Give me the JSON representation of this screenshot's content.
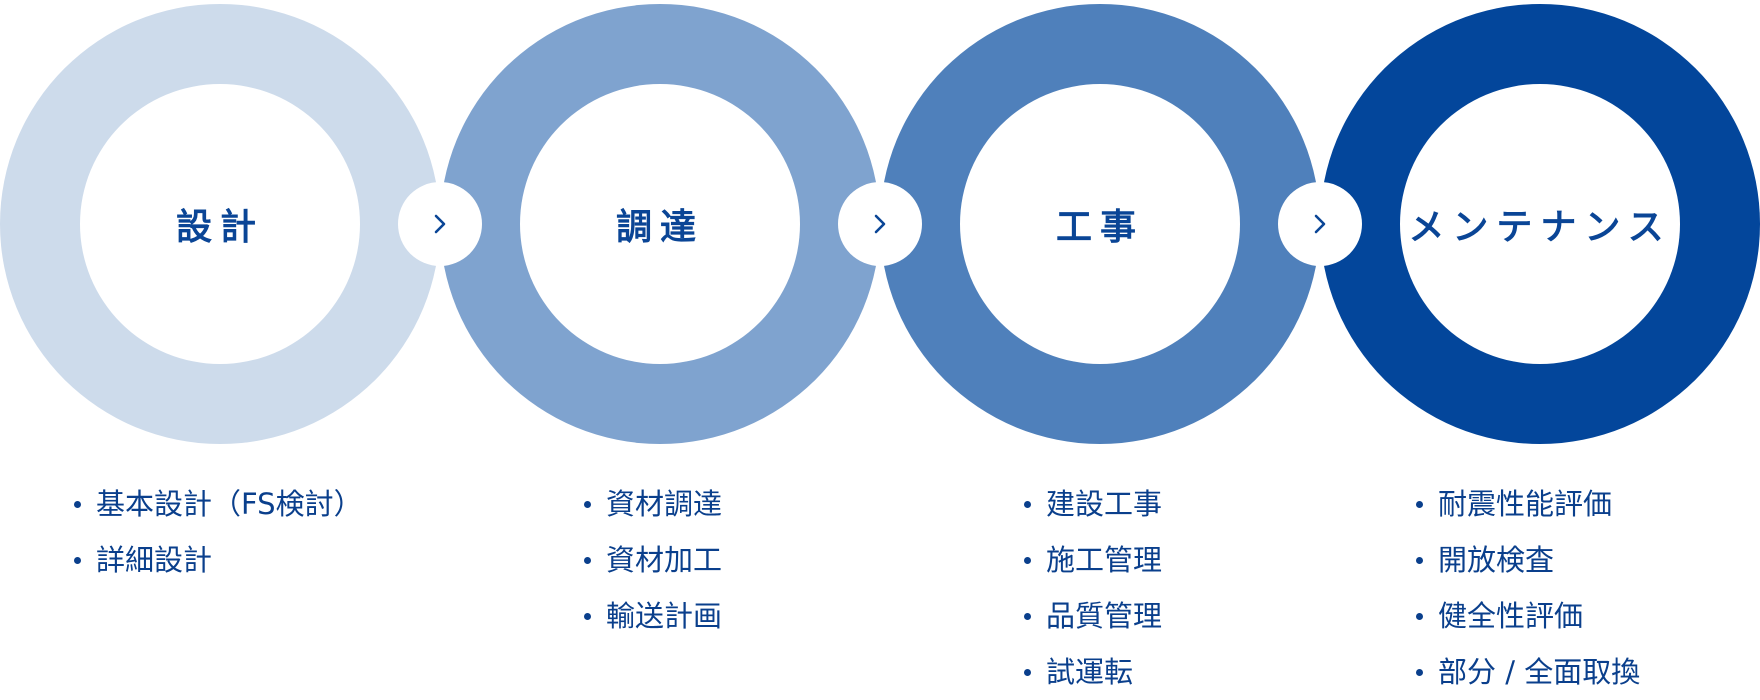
{
  "colors": {
    "stage_1": "#cddbeb",
    "stage_2": "#7fa3cf",
    "stage_3": "#4f80bb",
    "stage_4": "#03469b",
    "label_text": "#0a4596",
    "arrow": "#0a4596"
  },
  "stages": [
    {
      "title": "設計",
      "items": [
        "基本設計（FS検討）",
        "詳細設計"
      ]
    },
    {
      "title": "調達",
      "items": [
        "資材調達",
        "資材加工",
        "輸送計画"
      ]
    },
    {
      "title": "工事",
      "items": [
        "建設工事",
        "施工管理",
        "品質管理",
        "試運転"
      ]
    },
    {
      "title": "メンテナンス",
      "items": [
        "耐震性能評価",
        "開放検査",
        "健全性評価",
        "部分 / 全面取換"
      ]
    }
  ],
  "connectors": [
    {
      "icon": "chevron-right-icon"
    },
    {
      "icon": "chevron-right-icon"
    },
    {
      "icon": "chevron-right-icon"
    }
  ]
}
